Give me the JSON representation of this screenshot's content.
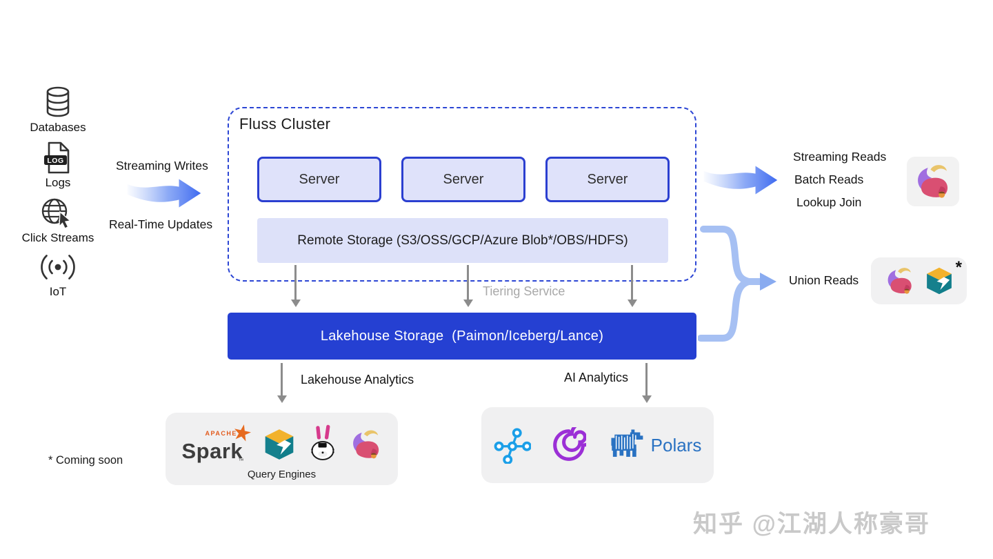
{
  "colors": {
    "cluster_border": "#2b45d4",
    "server_border": "#2b3fd0",
    "server_fill": "#dfe2fa",
    "remote_storage_fill": "#dde1f9",
    "lakehouse_fill": "#2540d2",
    "arrow_gray": "#8c8c8c",
    "flow_blue": "#3f6af0",
    "brace_blue": "#a6c0f3",
    "card_gray": "#f0f0f1",
    "muted_text": "#a8a8a8"
  },
  "sources": {
    "items": [
      {
        "label": "Databases",
        "icon": "database-icon"
      },
      {
        "label": "Logs",
        "icon": "log-file-icon",
        "badge": "LOG"
      },
      {
        "label": "Click Streams",
        "icon": "click-streams-icon"
      },
      {
        "label": "IoT",
        "icon": "iot-signal-icon"
      }
    ]
  },
  "write_flow": {
    "streaming_label": "Streaming Writes",
    "updates_label": "Real-Time Updates",
    "icon": "gradient-arrow-right-icon"
  },
  "cluster": {
    "title": "Fluss Cluster",
    "servers": [
      {
        "label": "Server"
      },
      {
        "label": "Server"
      },
      {
        "label": "Server"
      }
    ],
    "remote_storage_label": "Remote Storage (S3/OSS/GCP/Azure Blob*/OBS/HDFS)"
  },
  "tiering": {
    "label": "Tiering Service"
  },
  "lakehouse": {
    "label": "Lakehouse Storage  (Paimon/Iceberg/Lance)"
  },
  "reads": {
    "lines": [
      {
        "label": "Streaming Reads"
      },
      {
        "label": "Batch Reads"
      },
      {
        "label": "Lookup Join"
      }
    ],
    "engine_icon": "flink-squirrel-logo",
    "arrow_icon": "gradient-arrow-right-icon"
  },
  "union_reads": {
    "label": "Union Reads",
    "engine_icons": [
      "flink-squirrel-logo",
      "paimon-cube-logo"
    ],
    "coming_soon_marker": "*",
    "brace_icon": "merge-brace-arrow-icon"
  },
  "analytics": {
    "lakehouse_label": "Lakehouse Analytics",
    "ai_label": "AI Analytics"
  },
  "query_engines": {
    "caption": "Query Engines",
    "spark": {
      "sub": "APACHE",
      "name": "Spark",
      "tm": "™"
    },
    "logos": [
      "spark-logo",
      "paimon-cube-logo",
      "trino-bunny-logo",
      "flink-squirrel-logo"
    ]
  },
  "ai_engines": {
    "logos": [
      "ray-logo",
      "daft-spiral-logo",
      "polars-bear-logo"
    ],
    "polars_name": "Polars"
  },
  "footnote": {
    "label": "* Coming soon"
  },
  "watermark": {
    "label": "知乎 @江湖人称豪哥"
  }
}
